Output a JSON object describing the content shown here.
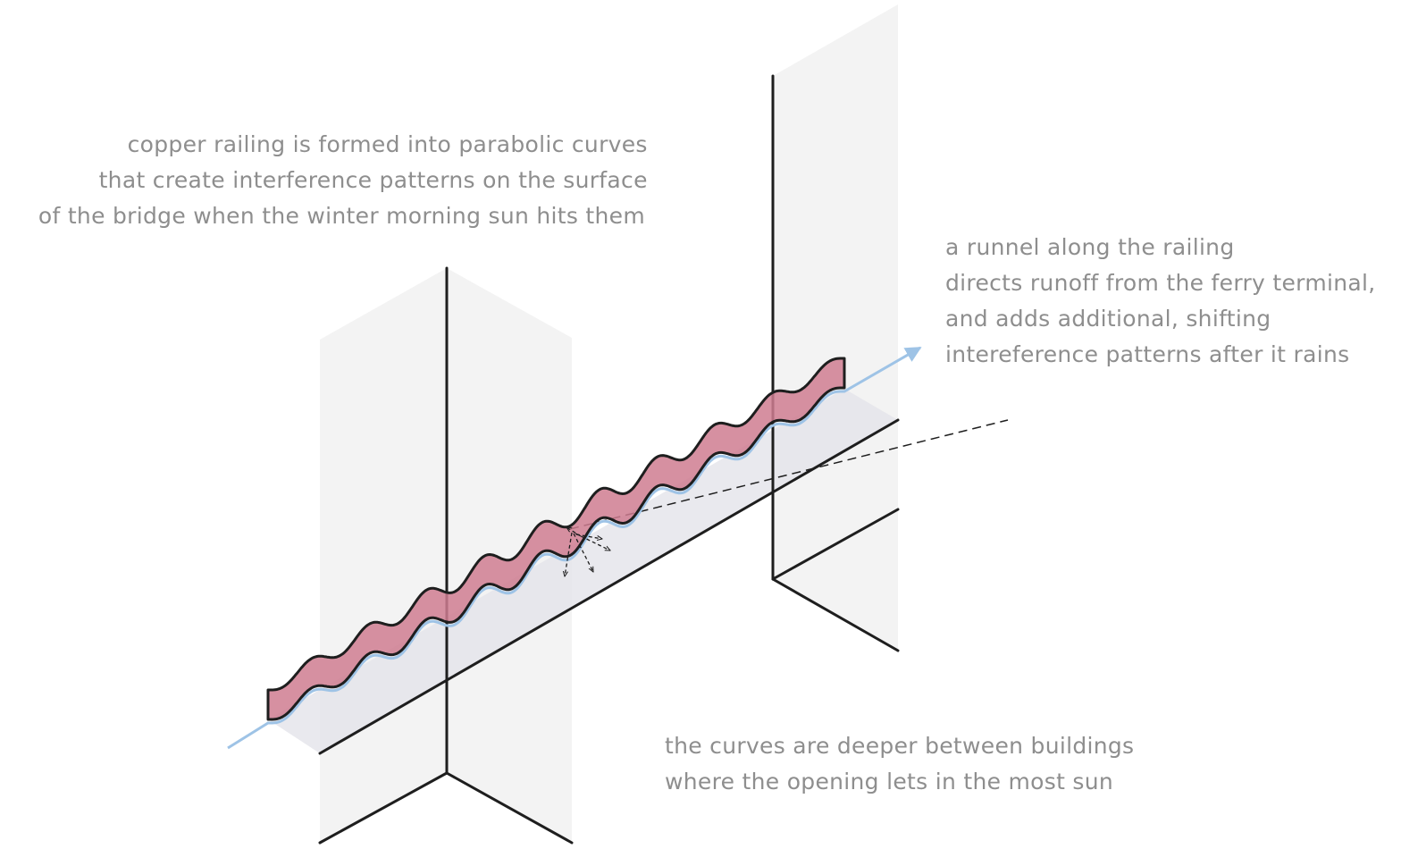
{
  "annotations": {
    "railing_note": [
      "copper railing is formed into parabolic curves",
      "that create interference patterns on the surface",
      "of the bridge when the winter morning sun hits them"
    ],
    "runnel_note": [
      "a runnel along the railing",
      "directs runoff from the ferry terminal,",
      "and adds additional, shifting",
      "intereference patterns after it rains"
    ],
    "curves_note": [
      "the curves are deeper between buildings",
      "where the opening lets in the most sun"
    ]
  },
  "colors": {
    "railing": "#cf7d91",
    "runnel": "#9ec3e6",
    "plane": "#efefef",
    "text": "#8e8e8e",
    "line": "#1e1e1e"
  }
}
